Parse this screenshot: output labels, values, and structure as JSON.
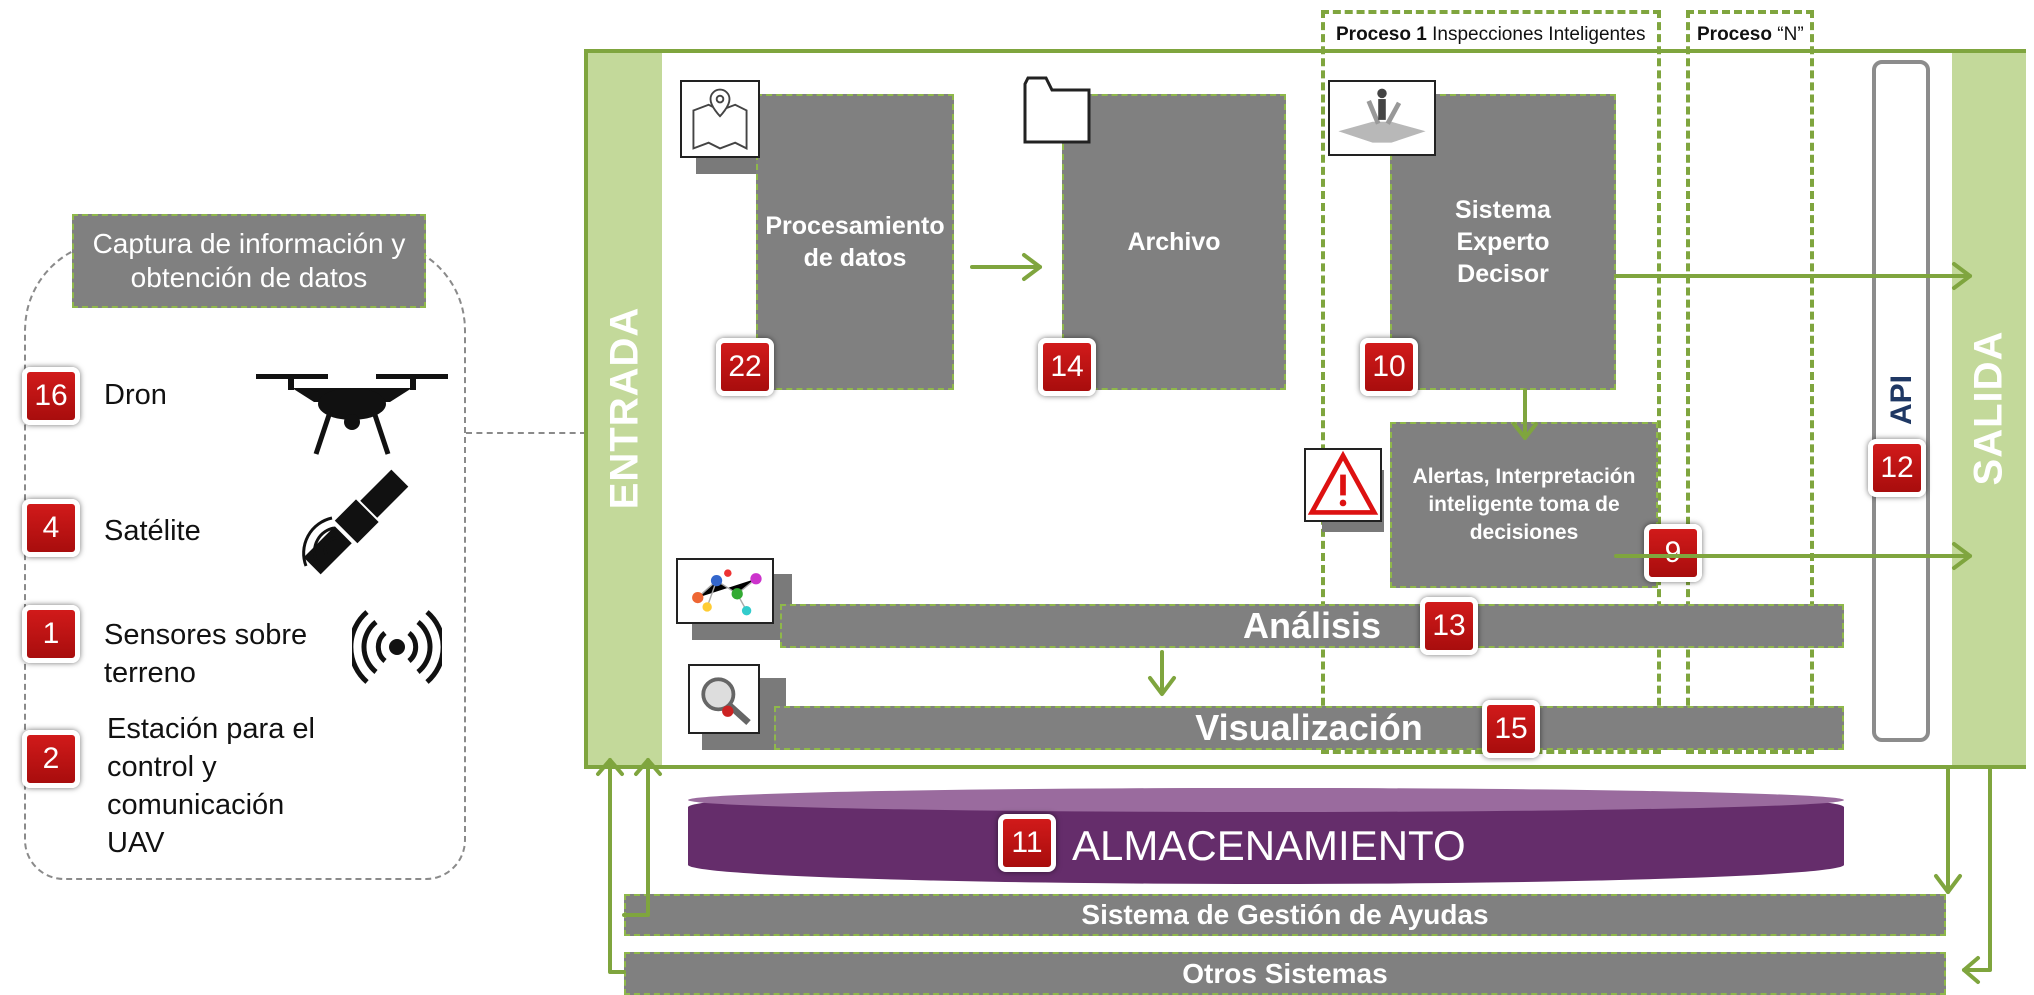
{
  "capture": {
    "title": "Captura de información y obtención de datos",
    "sources": [
      {
        "badge": "16",
        "label": "Dron",
        "icon": "drone-icon"
      },
      {
        "badge": "4",
        "label": "Satélite",
        "icon": "satellite-icon"
      },
      {
        "badge": "1",
        "label": "Sensores sobre terreno",
        "icon": "signal-icon"
      },
      {
        "badge": "2",
        "label": "Estación para el control y comunicación UAV"
      }
    ]
  },
  "processes": {
    "p1_bold": "Proceso 1",
    "p1_rest": "Inspecciones Inteligentes",
    "pn_bold": "Proceso",
    "pn_rest": "“N”"
  },
  "entrada": "ENTRADA",
  "salida": "SALIDA",
  "api": "API",
  "api_badge": "12",
  "modules": {
    "procesamiento": {
      "label": "Procesamiento de datos",
      "badge": "22",
      "icon": "map-icon"
    },
    "archivo": {
      "label": "Archivo",
      "badge": "14",
      "icon": "folder-icon"
    },
    "experto": {
      "label": "Sistema Experto Decisor",
      "badge": "10",
      "icon": "decision-icon"
    },
    "alertas": {
      "label": "Alertas, Interpretación inteligente toma de decisiones",
      "badge": "9",
      "icon": "warning-icon"
    },
    "analisis": {
      "label": "Análisis",
      "badge": "13",
      "icon": "network-icon"
    },
    "visualizacion": {
      "label": "Visualización",
      "badge": "15",
      "icon": "magnifier-icon"
    }
  },
  "storage": {
    "label": "ALMACENAMIENTO",
    "badge": "11",
    "color": "#652d6b"
  },
  "bottom": {
    "gestion": "Sistema de Gestión de Ayudas",
    "otros": "Otros Sistemas"
  },
  "colors": {
    "green": "#7fa53e",
    "light_green": "#c3d99a",
    "gray": "#808080",
    "red": "#c0141a",
    "purple": "#652d6b"
  }
}
